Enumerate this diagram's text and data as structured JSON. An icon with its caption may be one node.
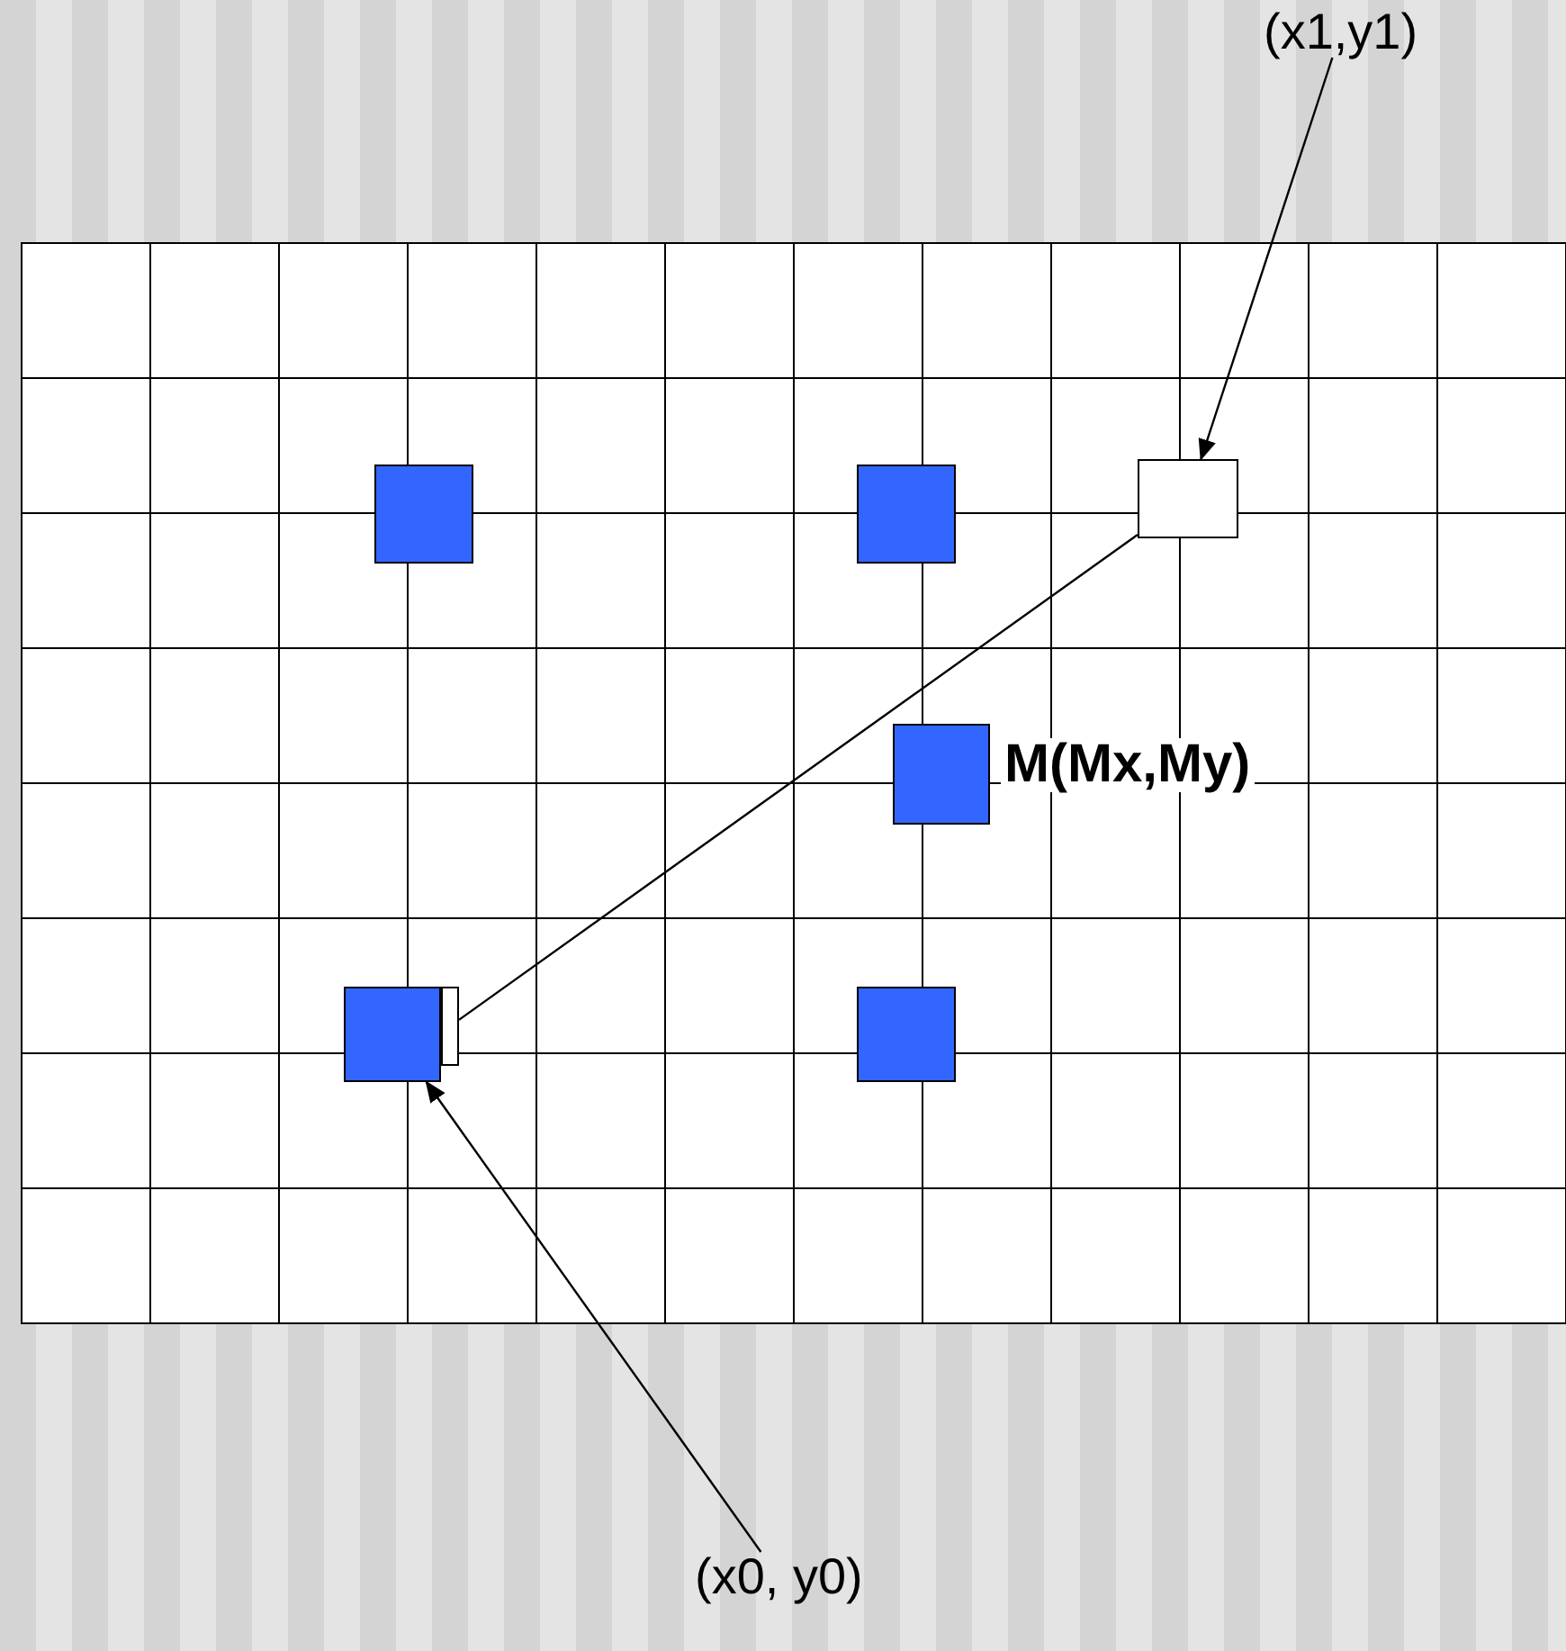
{
  "diagram": {
    "nodes": [
      {
        "text": [
          "(x1,y1)"
        ]
      },
      {
        "text": [],
        "shape": "box"
      },
      {
        "text": [],
        "shape": "box"
      },
      {
        "text": [],
        "shape": "box"
      },
      {
        "text": [],
        "shape": "box",
        "beside": [
          "M(Mx,My)"
        ]
      },
      {
        "text": [],
        "shape": "box"
      },
      {
        "text": [],
        "shape": "box"
      },
      {
        "text": [],
        "shape": "box"
      },
      {
        "text": [
          "(x0, y0)"
        ]
      }
    ],
    "edges": [
      {
        "from": 0,
        "to": 1,
        "arrow": "to"
      },
      {
        "from": 5,
        "to": 1,
        "arrow": "none"
      },
      {
        "from": 8,
        "to": 6,
        "arrow": "to"
      }
    ]
  }
}
